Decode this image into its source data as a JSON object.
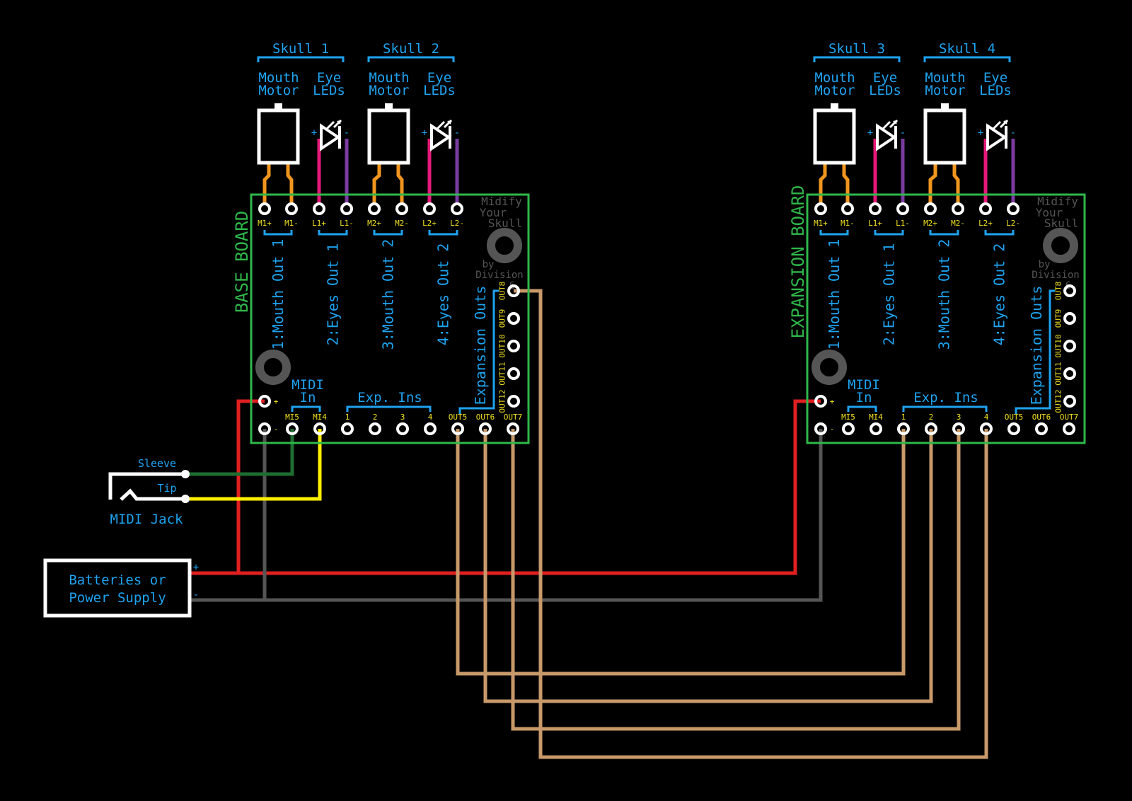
{
  "colors": {
    "background": "#000000",
    "board_outline": "#2fb84a",
    "label_blue": "#1ea3f0",
    "pin_label_yellow": "#f0e020",
    "silkscreen_gray": "#555555",
    "motor_wire": "#f0961e",
    "led_plus_wire": "#e6197a",
    "led_minus_wire": "#7a3ca0",
    "power_plus_wire": "#e02020",
    "power_minus_wire": "#555555",
    "midi_sleeve_wire": "#1e6e32",
    "midi_tip_wire": "#ffee00",
    "expansion_wire": "#c8996a"
  },
  "skulls": [
    {
      "title": "Skull 1",
      "motor_label": [
        "Mouth",
        "Motor"
      ],
      "led_label": [
        "Eye",
        "LEDs"
      ]
    },
    {
      "title": "Skull 2",
      "motor_label": [
        "Mouth",
        "Motor"
      ],
      "led_label": [
        "Eye",
        "LEDs"
      ]
    },
    {
      "title": "Skull 3",
      "motor_label": [
        "Mouth",
        "Motor"
      ],
      "led_label": [
        "Eye",
        "LEDs"
      ]
    },
    {
      "title": "Skull 4",
      "motor_label": [
        "Mouth",
        "Motor"
      ],
      "led_label": [
        "Eye",
        "LEDs"
      ]
    }
  ],
  "led_signs": {
    "plus": "+",
    "minus": "-"
  },
  "boards": [
    {
      "side_label": "BASE BOARD",
      "top_pins": [
        "M1+",
        "M1-",
        "L1+",
        "L1-",
        "M2+",
        "M2-",
        "L2+",
        "L2-"
      ],
      "outputs": [
        "1:Mouth Out 1",
        "2:Eyes Out 1",
        "3:Mouth Out 2",
        "4:Eyes Out 2"
      ],
      "brand": [
        "Midify",
        "Your",
        "Skull"
      ],
      "byline": [
        "by",
        "Division",
        "6"
      ],
      "expansion_outs_label": "Expansion Outs",
      "right_pins": [
        "OUT8",
        "OUT9",
        "OUT10",
        "OUT11",
        "OUT12"
      ],
      "midi_label": [
        "MIDI",
        "In"
      ],
      "exp_ins_label": "Exp. Ins",
      "bottom_pins": [
        "MI5",
        "MI4",
        "1",
        "2",
        "3",
        "4",
        "OUT5",
        "OUT6",
        "OUT7"
      ],
      "power_marks": [
        "+",
        "-"
      ]
    },
    {
      "side_label": "EXPANSION BOARD",
      "top_pins": [
        "M1+",
        "M1-",
        "L1+",
        "L1-",
        "M2+",
        "M2-",
        "L2+",
        "L2-"
      ],
      "outputs": [
        "1:Mouth Out 1",
        "2:Eyes Out 1",
        "3:Mouth Out 2",
        "4:Eyes Out 2"
      ],
      "brand": [
        "Midify",
        "Your",
        "Skull"
      ],
      "byline": [
        "by",
        "Division",
        "6"
      ],
      "expansion_outs_label": "Expansion Outs",
      "right_pins": [
        "OUT8",
        "OUT9",
        "OUT10",
        "OUT11",
        "OUT12"
      ],
      "midi_label": [
        "MIDI",
        "In"
      ],
      "exp_ins_label": "Exp. Ins",
      "bottom_pins": [
        "MI5",
        "MI4",
        "1",
        "2",
        "3",
        "4",
        "OUT5",
        "OUT6",
        "OUT7"
      ],
      "power_marks": [
        "+",
        "-"
      ]
    }
  ],
  "midi_jack": {
    "label": "MIDI Jack",
    "sleeve": "Sleeve",
    "tip": "Tip"
  },
  "power": {
    "label": [
      "Batteries or",
      "Power Supply"
    ],
    "plus": "+",
    "minus": "-"
  }
}
